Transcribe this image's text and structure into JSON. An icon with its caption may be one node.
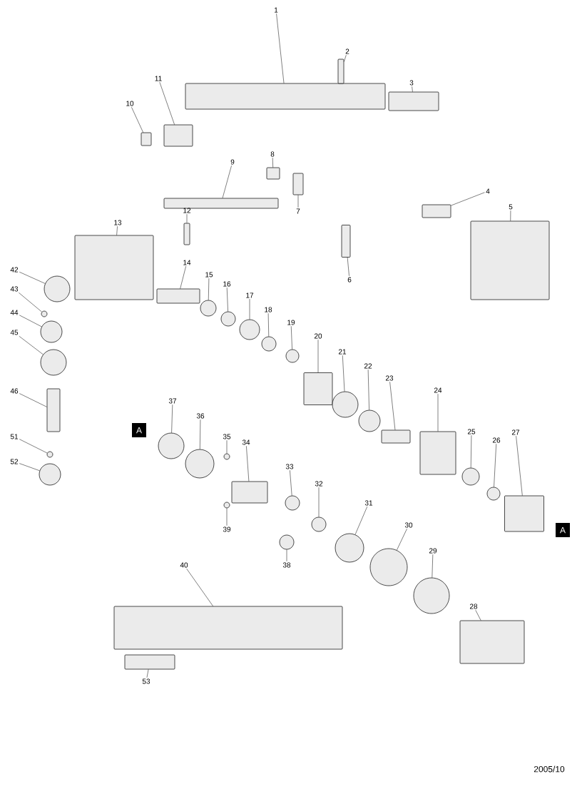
{
  "diagram": {
    "nodes": [
      {
        "text": [
          "1"
        ]
      },
      {
        "text": [],
        "shape": "box"
      },
      {
        "text": [
          "2"
        ]
      },
      {
        "text": [],
        "shape": "box"
      },
      {
        "text": [
          "3"
        ]
      },
      {
        "text": [],
        "shape": "box"
      },
      {
        "text": [
          "4"
        ]
      },
      {
        "text": [],
        "shape": "box"
      },
      {
        "text": [
          "5"
        ]
      },
      {
        "text": [],
        "shape": "box"
      },
      {
        "text": [
          "6"
        ]
      },
      {
        "text": [],
        "shape": "box"
      },
      {
        "text": [
          "7"
        ]
      },
      {
        "text": [],
        "shape": "box"
      },
      {
        "text": [
          "8"
        ]
      },
      {
        "text": [],
        "shape": "box"
      },
      {
        "text": [
          "9"
        ]
      },
      {
        "text": [],
        "shape": "box"
      },
      {
        "text": [
          "10"
        ]
      },
      {
        "text": [],
        "shape": "box"
      },
      {
        "text": [
          "11"
        ]
      },
      {
        "text": [],
        "shape": "box"
      },
      {
        "text": [
          "12"
        ]
      },
      {
        "text": [],
        "shape": "box"
      },
      {
        "text": [
          "13"
        ]
      },
      {
        "text": [],
        "shape": "box"
      },
      {
        "text": [
          "14"
        ]
      },
      {
        "text": [],
        "shape": "box"
      },
      {
        "text": [
          "15"
        ]
      },
      {
        "text": [],
        "shape": "circle"
      },
      {
        "text": [
          "16"
        ]
      },
      {
        "text": [],
        "shape": "circle"
      },
      {
        "text": [
          "17"
        ]
      },
      {
        "text": [],
        "shape": "circle"
      },
      {
        "text": [
          "18"
        ]
      },
      {
        "text": [],
        "shape": "circle"
      },
      {
        "text": [
          "19"
        ]
      },
      {
        "text": [],
        "shape": "circle"
      },
      {
        "text": [
          "20"
        ]
      },
      {
        "text": [],
        "shape": "box"
      },
      {
        "text": [
          "21"
        ]
      },
      {
        "text": [],
        "shape": "circle"
      },
      {
        "text": [
          "22"
        ]
      },
      {
        "text": [],
        "shape": "circle"
      },
      {
        "text": [
          "23"
        ]
      },
      {
        "text": [],
        "shape": "box"
      },
      {
        "text": [
          "24"
        ]
      },
      {
        "text": [],
        "shape": "box"
      },
      {
        "text": [
          "25"
        ]
      },
      {
        "text": [],
        "shape": "circle"
      },
      {
        "text": [
          "26"
        ]
      },
      {
        "text": [],
        "shape": "circle"
      },
      {
        "text": [
          "27"
        ]
      },
      {
        "text": [],
        "shape": "box"
      },
      {
        "text": [
          "28"
        ]
      },
      {
        "text": [],
        "shape": "box"
      },
      {
        "text": [
          "29"
        ]
      },
      {
        "text": [],
        "shape": "circle"
      },
      {
        "text": [
          "30"
        ]
      },
      {
        "text": [],
        "shape": "circle"
      },
      {
        "text": [
          "31"
        ]
      },
      {
        "text": [],
        "shape": "circle"
      },
      {
        "text": [
          "32"
        ]
      },
      {
        "text": [],
        "shape": "circle"
      },
      {
        "text": [
          "33"
        ]
      },
      {
        "text": [],
        "shape": "circle"
      },
      {
        "text": [
          "34"
        ]
      },
      {
        "text": [],
        "shape": "box"
      },
      {
        "text": [
          "35"
        ]
      },
      {
        "text": [],
        "shape": "circle"
      },
      {
        "text": [
          "36"
        ]
      },
      {
        "text": [],
        "shape": "circle"
      },
      {
        "text": [
          "37"
        ]
      },
      {
        "text": [],
        "shape": "circle"
      },
      {
        "text": [
          "38"
        ]
      },
      {
        "text": [],
        "shape": "circle"
      },
      {
        "text": [
          "39"
        ]
      },
      {
        "text": [],
        "shape": "circle"
      },
      {
        "text": [
          "40"
        ]
      },
      {
        "text": [],
        "shape": "box"
      },
      {
        "text": [
          "42"
        ]
      },
      {
        "text": [],
        "shape": "circle"
      },
      {
        "text": [
          "43"
        ]
      },
      {
        "text": [],
        "shape": "circle"
      },
      {
        "text": [
          "44"
        ]
      },
      {
        "text": [],
        "shape": "circle"
      },
      {
        "text": [
          "45"
        ]
      },
      {
        "text": [],
        "shape": "circle"
      },
      {
        "text": [
          "46"
        ]
      },
      {
        "text": [],
        "shape": "box"
      },
      {
        "text": [
          "51"
        ]
      },
      {
        "text": [],
        "shape": "circle"
      },
      {
        "text": [
          "52"
        ]
      },
      {
        "text": [],
        "shape": "circle"
      },
      {
        "text": [
          "53"
        ]
      },
      {
        "text": [],
        "shape": "box"
      }
    ],
    "edges": [
      {
        "from": 0,
        "to": 1,
        "arrow": "none"
      },
      {
        "from": 2,
        "to": 3,
        "arrow": "none"
      },
      {
        "from": 4,
        "to": 5,
        "arrow": "none"
      },
      {
        "from": 6,
        "to": 7,
        "arrow": "none"
      },
      {
        "from": 8,
        "to": 9,
        "arrow": "none"
      },
      {
        "from": 10,
        "to": 11,
        "arrow": "none"
      },
      {
        "from": 12,
        "to": 13,
        "arrow": "none"
      },
      {
        "from": 14,
        "to": 15,
        "arrow": "none"
      },
      {
        "from": 16,
        "to": 17,
        "arrow": "none"
      },
      {
        "from": 18,
        "to": 19,
        "arrow": "none"
      },
      {
        "from": 20,
        "to": 21,
        "arrow": "none"
      },
      {
        "from": 22,
        "to": 23,
        "arrow": "none"
      },
      {
        "from": 24,
        "to": 25,
        "arrow": "none"
      },
      {
        "from": 26,
        "to": 27,
        "arrow": "none"
      },
      {
        "from": 28,
        "to": 29,
        "arrow": "none"
      },
      {
        "from": 30,
        "to": 31,
        "arrow": "none"
      },
      {
        "from": 32,
        "to": 33,
        "arrow": "none"
      },
      {
        "from": 34,
        "to": 35,
        "arrow": "none"
      },
      {
        "from": 36,
        "to": 37,
        "arrow": "none"
      },
      {
        "from": 38,
        "to": 39,
        "arrow": "none"
      },
      {
        "from": 40,
        "to": 41,
        "arrow": "none"
      },
      {
        "from": 42,
        "to": 43,
        "arrow": "none"
      },
      {
        "from": 44,
        "to": 45,
        "arrow": "none"
      },
      {
        "from": 46,
        "to": 47,
        "arrow": "none"
      },
      {
        "from": 48,
        "to": 49,
        "arrow": "none"
      },
      {
        "from": 50,
        "to": 51,
        "arrow": "none"
      },
      {
        "from": 52,
        "to": 53,
        "arrow": "none"
      },
      {
        "from": 54,
        "to": 55,
        "arrow": "none"
      },
      {
        "from": 56,
        "to": 57,
        "arrow": "none"
      },
      {
        "from": 58,
        "to": 59,
        "arrow": "none"
      },
      {
        "from": 60,
        "to": 61,
        "arrow": "none"
      },
      {
        "from": 62,
        "to": 63,
        "arrow": "none"
      },
      {
        "from": 64,
        "to": 65,
        "arrow": "none"
      },
      {
        "from": 66,
        "to": 67,
        "arrow": "none"
      },
      {
        "from": 68,
        "to": 69,
        "arrow": "none"
      },
      {
        "from": 70,
        "to": 71,
        "arrow": "none"
      },
      {
        "from": 72,
        "to": 73,
        "arrow": "none"
      },
      {
        "from": 74,
        "to": 75,
        "arrow": "none"
      },
      {
        "from": 76,
        "to": 77,
        "arrow": "none"
      },
      {
        "from": 78,
        "to": 79,
        "arrow": "none"
      },
      {
        "from": 80,
        "to": 81,
        "arrow": "none"
      },
      {
        "from": 82,
        "to": 83,
        "arrow": "none"
      },
      {
        "from": 84,
        "to": 85,
        "arrow": "none"
      },
      {
        "from": 86,
        "to": 87,
        "arrow": "none"
      },
      {
        "from": 88,
        "to": 89,
        "arrow": "none"
      },
      {
        "from": 90,
        "to": 91,
        "arrow": "none"
      },
      {
        "from": 92,
        "to": 93,
        "arrow": "none"
      },
      {
        "from": 94,
        "to": 95,
        "arrow": "none"
      }
    ],
    "labels": [
      "A",
      "A",
      "2005/10"
    ]
  }
}
